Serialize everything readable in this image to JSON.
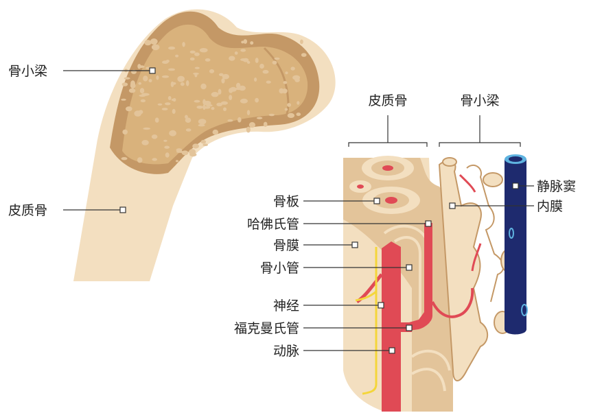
{
  "colors": {
    "cortical_bone": "#f3dfc0",
    "bone_mid": "#e3c49a",
    "bone_dark": "#c49866",
    "marrow": "#d9b27c",
    "artery_red": "#e04a55",
    "vein_blue": "#1e2a6e",
    "vein_edge": "#5fb3e0",
    "nerve_yellow": "#f4d63a",
    "osteon_pink": "#f6c7c7"
  },
  "femur": {
    "labels": {
      "trabecular": "骨小梁",
      "cortical": "皮质骨"
    }
  },
  "section": {
    "brackets": {
      "cortical": "皮质骨",
      "trabecular": "骨小梁"
    },
    "right_labels": {
      "vein_sinus": "静脉窦",
      "endosteum": "内膜"
    },
    "left_labels": {
      "lamella": "骨板",
      "haversian_canal": "哈佛氏管",
      "periosteum": "骨膜",
      "canaliculi": "骨小管",
      "nerve": "神经",
      "volkmann_canal": "福克曼氏管",
      "artery": "动脉"
    }
  }
}
